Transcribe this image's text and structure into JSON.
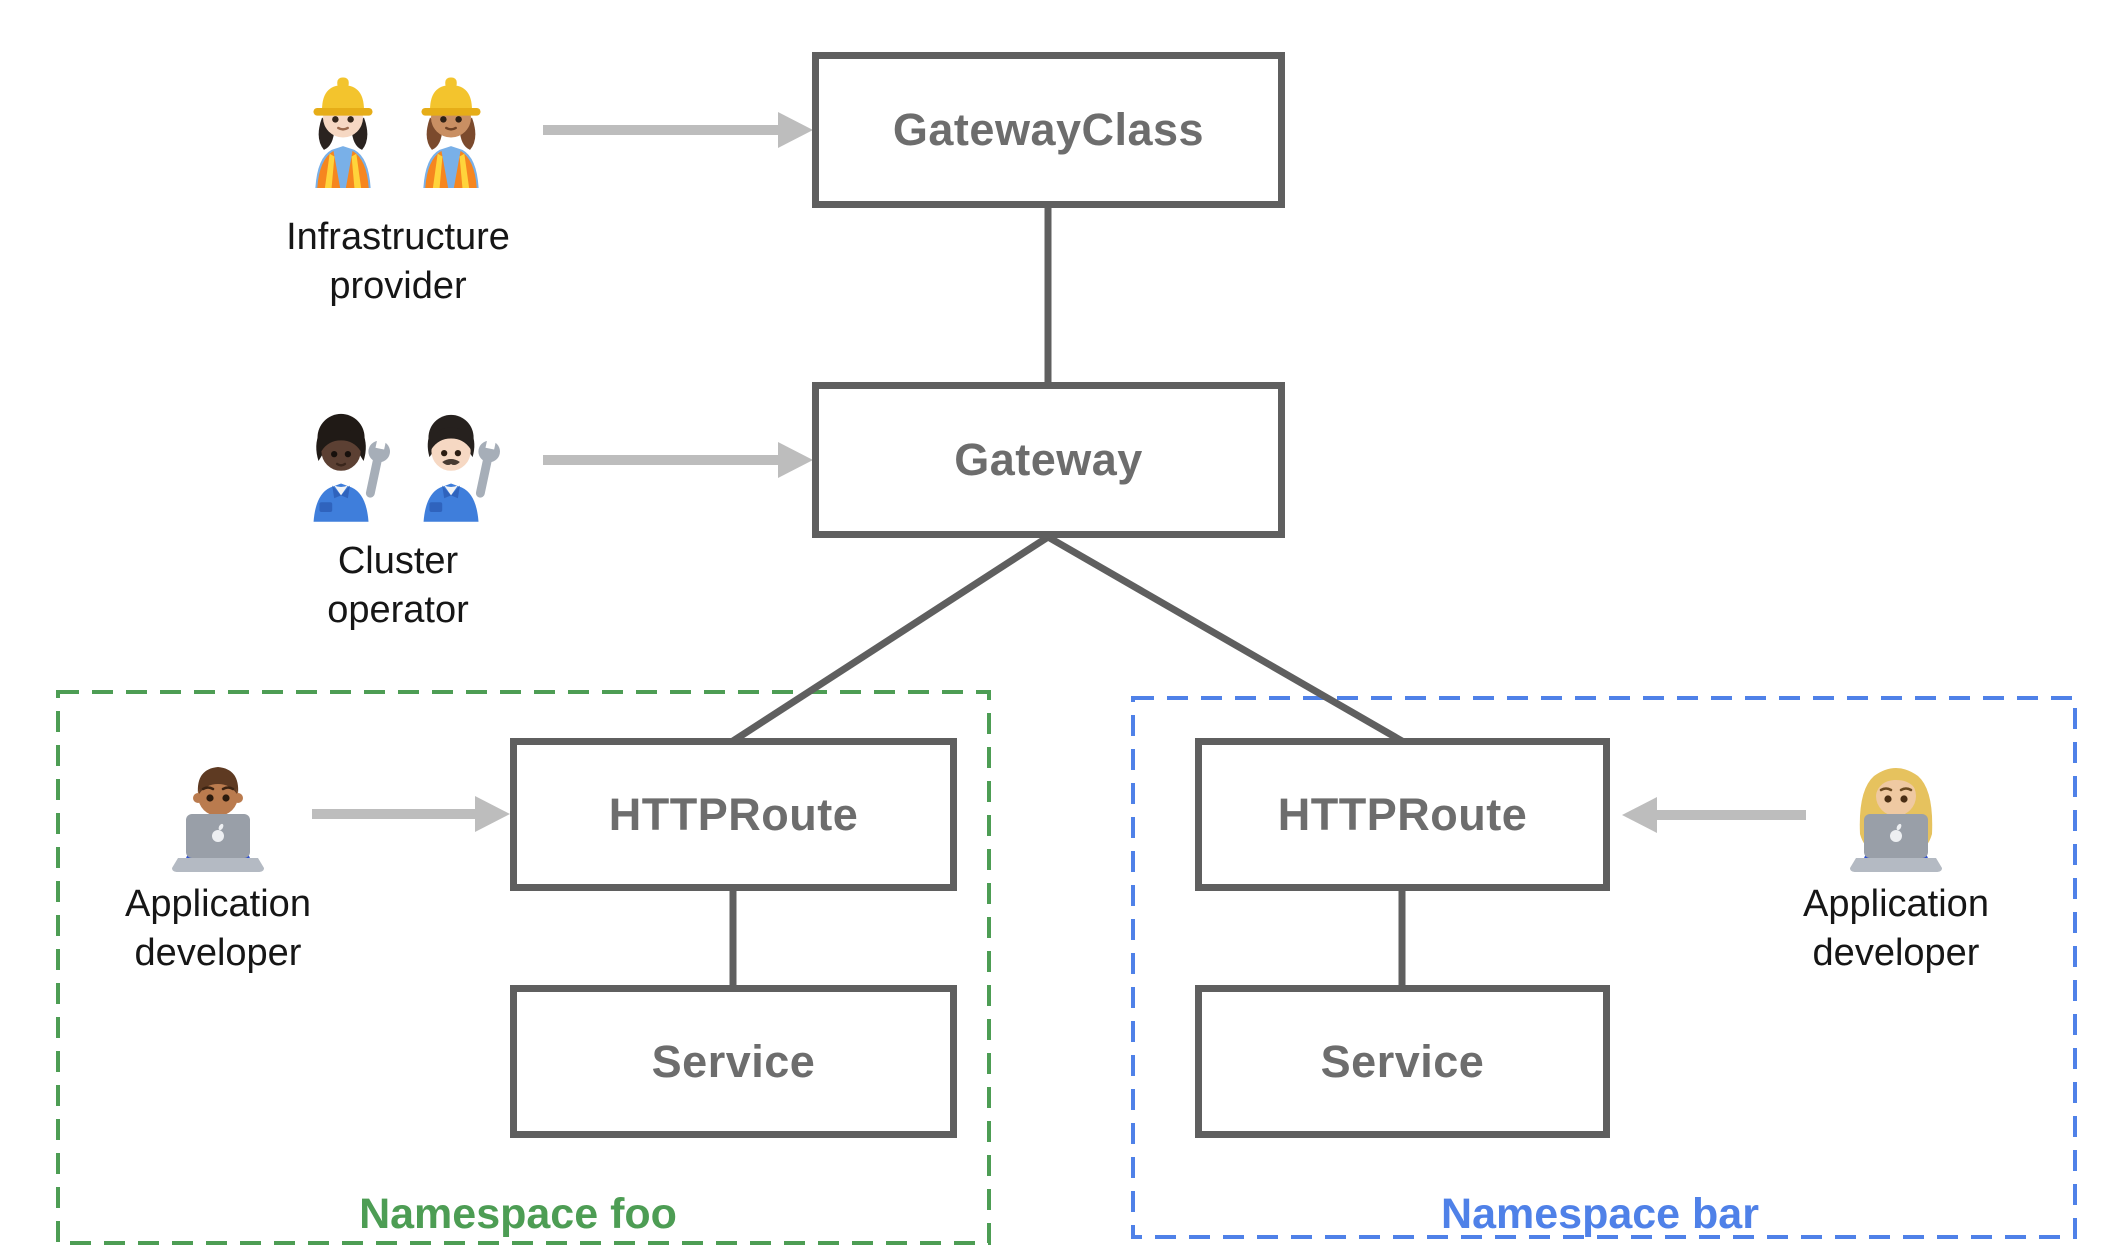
{
  "colors": {
    "node_border": "#5f5f5f",
    "node_text": "#6d6d6d",
    "arrow": "#bdbdbd",
    "namespace_foo_green": "#4d9d54",
    "namespace_bar_blue": "#4f81e8",
    "actor_text": "#161616",
    "background": "#ffffff"
  },
  "nodes": {
    "gateway_class": {
      "label": "GatewayClass"
    },
    "gateway": {
      "label": "Gateway"
    },
    "httproute_foo": {
      "label": "HTTPRoute"
    },
    "service_foo": {
      "label": "Service"
    },
    "httproute_bar": {
      "label": "HTTPRoute"
    },
    "service_bar": {
      "label": "Service"
    }
  },
  "actors": {
    "infrastructure_provider": {
      "lines": [
        "Infrastructure",
        "provider"
      ],
      "icons": [
        "woman-construction-worker-light",
        "woman-construction-worker-medium"
      ]
    },
    "cluster_operator": {
      "lines": [
        "Cluster",
        "operator"
      ],
      "icons": [
        "mechanic-dark-skin",
        "man-mechanic-light-skin"
      ]
    },
    "application_developer_foo": {
      "lines": [
        "Application",
        "developer"
      ],
      "icons": [
        "man-technologist-medium-dark-skin"
      ]
    },
    "application_developer_bar": {
      "lines": [
        "Application",
        "developer"
      ],
      "icons": [
        "woman-technologist-blond"
      ]
    }
  },
  "namespaces": {
    "foo": {
      "label": "Namespace foo"
    },
    "bar": {
      "label": "Namespace bar"
    }
  }
}
